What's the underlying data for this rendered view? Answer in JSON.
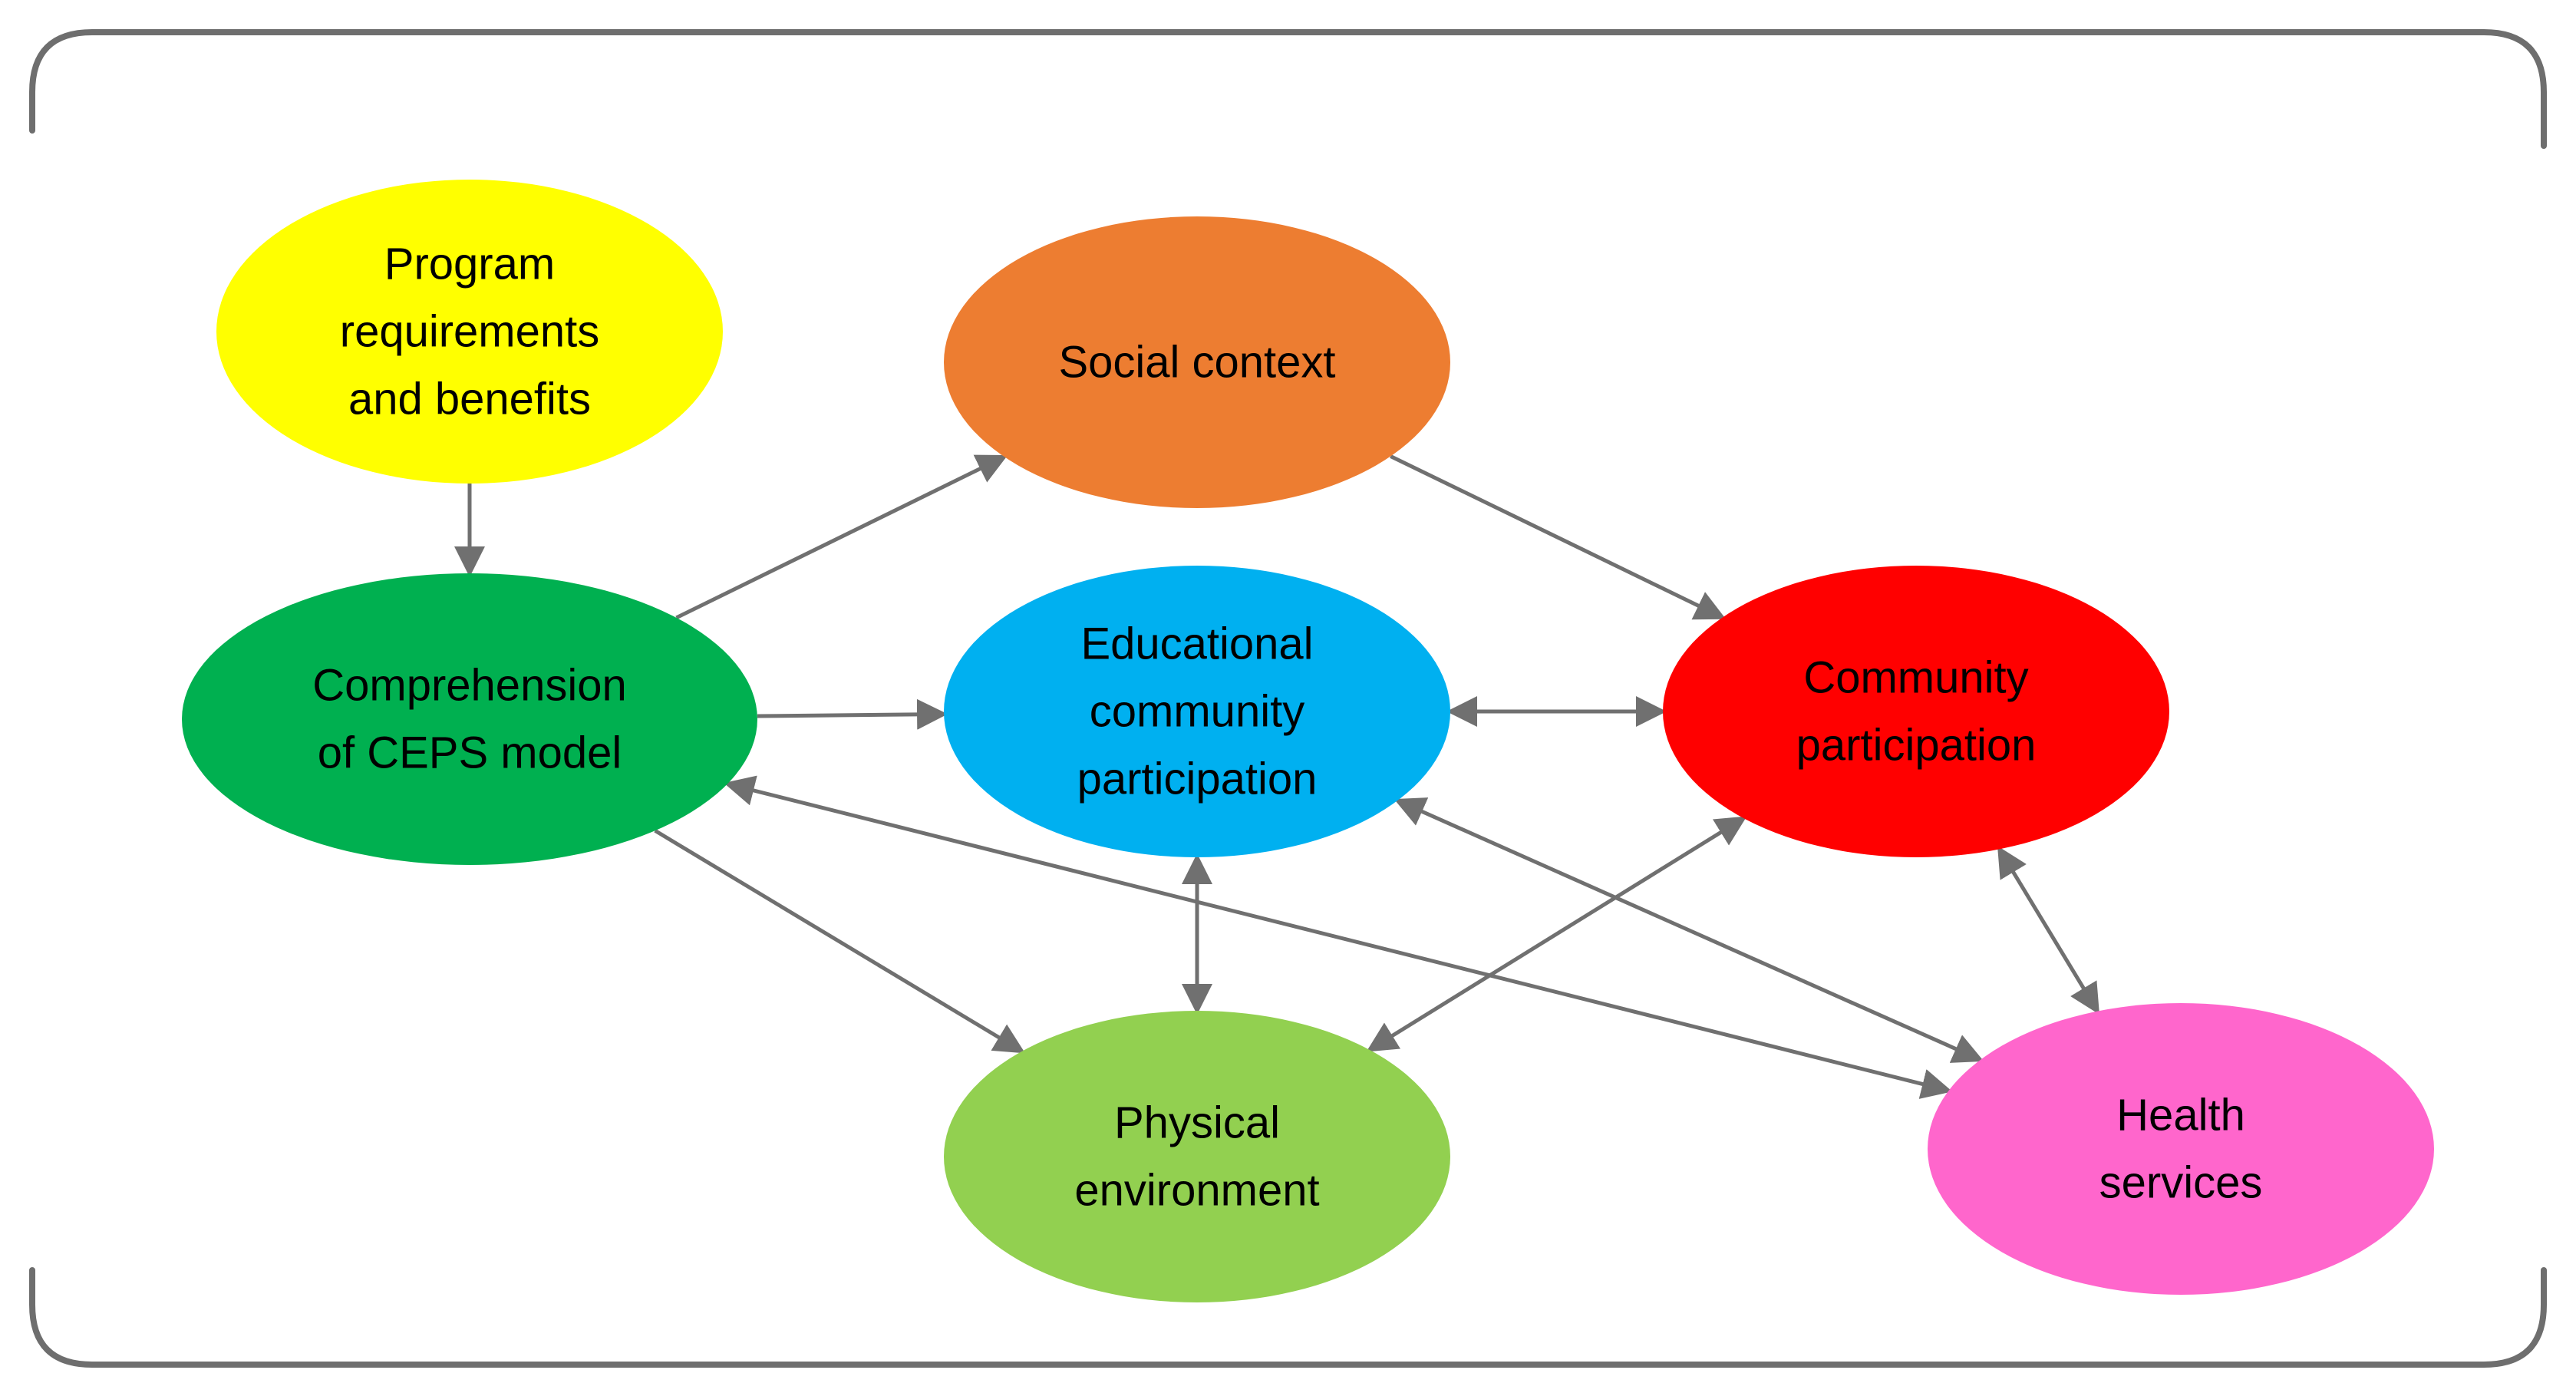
{
  "nodes": [
    {
      "id": "program",
      "lines": [
        "Program",
        "requirements",
        "and benefits"
      ],
      "color": "#ffff00"
    },
    {
      "id": "social",
      "lines": [
        "Social context"
      ],
      "color": "#ed7d31"
    },
    {
      "id": "comprehension",
      "lines": [
        "Comprehension",
        "of CEPS model"
      ],
      "color": "#00b050"
    },
    {
      "id": "educational",
      "lines": [
        "Educational",
        "community",
        "participation"
      ],
      "color": "#00b0f0"
    },
    {
      "id": "community",
      "lines": [
        "Community",
        "participation"
      ],
      "color": "#ff0000"
    },
    {
      "id": "physical",
      "lines": [
        "Physical",
        "environment"
      ],
      "color": "#92d050"
    },
    {
      "id": "health",
      "lines": [
        "Health",
        "services"
      ],
      "color": "#ff66cc"
    }
  ],
  "edges": [
    {
      "from": "program",
      "to": "comprehension",
      "direction": "forward"
    },
    {
      "from": "comprehension",
      "to": "social",
      "direction": "forward"
    },
    {
      "from": "social",
      "to": "community",
      "direction": "forward"
    },
    {
      "from": "comprehension",
      "to": "educational",
      "direction": "forward"
    },
    {
      "from": "educational",
      "to": "community",
      "direction": "both"
    },
    {
      "from": "comprehension",
      "to": "physical",
      "direction": "forward"
    },
    {
      "from": "comprehension",
      "to": "health",
      "direction": "both"
    },
    {
      "from": "educational",
      "to": "physical",
      "direction": "both"
    },
    {
      "from": "educational",
      "to": "health",
      "direction": "both"
    },
    {
      "from": "physical",
      "to": "community",
      "direction": "both"
    },
    {
      "from": "community",
      "to": "health",
      "direction": "both"
    }
  ],
  "colors": {
    "frame": "#6e6e6e",
    "edge": "#707070",
    "text": "#000000"
  }
}
